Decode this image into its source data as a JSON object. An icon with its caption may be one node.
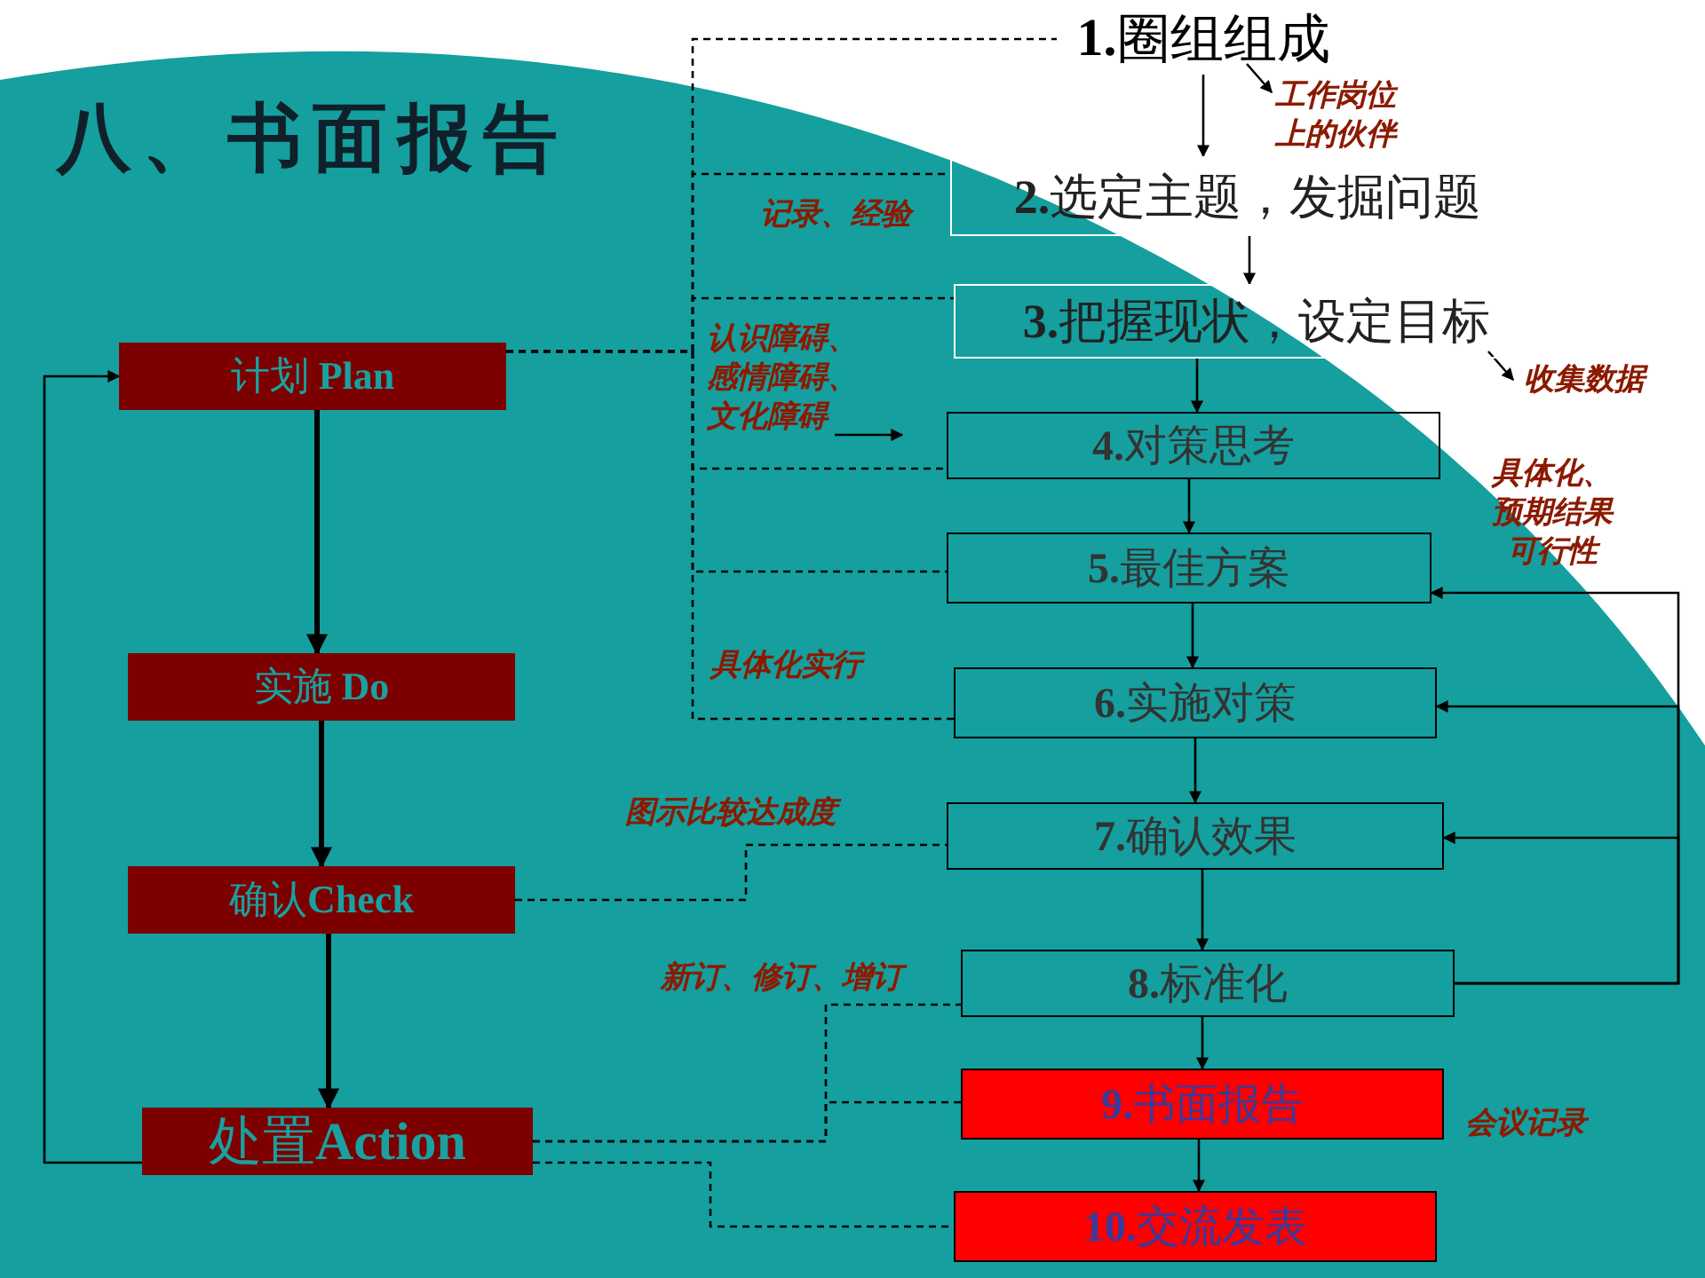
{
  "diagram": {
    "title": "八、书面报告",
    "nodes": [
      {
        "text": [
          "计划 **Plan**"
        ]
      },
      {
        "text": [
          "实施 **Do**"
        ]
      },
      {
        "text": [
          "确认**Check**"
        ]
      },
      {
        "text": [
          "处置**Action**"
        ]
      },
      {
        "text": [
          "**1.**圈组组成"
        ]
      },
      {
        "text": [
          "**2.**选定主题，发掘问题"
        ]
      },
      {
        "text": [
          "**3.**把握现状，设定目标"
        ]
      },
      {
        "text": [
          "**4.**对策思考"
        ]
      },
      {
        "text": [
          "**5.**最佳方案"
        ]
      },
      {
        "text": [
          "**6.**实施对策"
        ]
      },
      {
        "text": [
          "**7.**确认效果"
        ]
      },
      {
        "text": [
          "**8.**标准化"
        ]
      },
      {
        "text": [
          "**9.**书面报告"
        ]
      },
      {
        "text": [
          "**10.**交流发表"
        ]
      }
    ],
    "edges": [
      {
        "from": 0,
        "to": 1,
        "arrow": "to",
        "style": "thick"
      },
      {
        "from": 1,
        "to": 2,
        "arrow": "to",
        "style": "thick"
      },
      {
        "from": 2,
        "to": 3,
        "arrow": "to",
        "style": "thick"
      },
      {
        "from": 3,
        "to": 0,
        "arrow": "to"
      },
      {
        "from": 4,
        "to": 5,
        "arrow": "to"
      },
      {
        "from": 5,
        "to": 6,
        "arrow": "to"
      },
      {
        "from": 6,
        "to": 7,
        "arrow": "to"
      },
      {
        "from": 7,
        "to": 8,
        "arrow": "to"
      },
      {
        "from": 8,
        "to": 9,
        "arrow": "to"
      },
      {
        "from": 9,
        "to": 10,
        "arrow": "to"
      },
      {
        "from": 10,
        "to": 11,
        "arrow": "to"
      },
      {
        "from": 11,
        "to": 12,
        "arrow": "to"
      },
      {
        "from": 12,
        "to": 13,
        "arrow": "to"
      },
      {
        "from": 11,
        "to": 8,
        "arrow": "to"
      },
      {
        "from": 11,
        "to": 9,
        "arrow": "to"
      },
      {
        "from": 11,
        "to": 10,
        "arrow": "to"
      },
      {
        "from": 0,
        "to": 4,
        "arrow": "none",
        "style": "dashed"
      },
      {
        "from": 0,
        "to": 5,
        "arrow": "none",
        "style": "dashed"
      },
      {
        "from": 0,
        "to": 6,
        "arrow": "none",
        "style": "dashed"
      },
      {
        "from": 0,
        "to": 7,
        "arrow": "none",
        "style": "dashed"
      },
      {
        "from": 0,
        "to": 8,
        "arrow": "none",
        "style": "dashed"
      },
      {
        "from": 0,
        "to": 9,
        "arrow": "none",
        "style": "dashed"
      },
      {
        "from": 2,
        "to": 10,
        "arrow": "none",
        "style": "dashed"
      },
      {
        "from": 3,
        "to": 11,
        "arrow": "none",
        "style": "dashed"
      },
      {
        "from": 3,
        "to": 12,
        "arrow": "none",
        "style": "dashed"
      },
      {
        "from": 3,
        "to": 13,
        "arrow": "none",
        "style": "dashed"
      }
    ],
    "labels": [
      "工作岗位上的伙伴",
      "记录、经验",
      "收集数据",
      "认识障碍、感情障碍、文化障碍",
      "具体化、预期结果可行性",
      "具体化实行",
      "图示比较达成度",
      "新订、修订、增订",
      "会议记录"
    ]
  }
}
